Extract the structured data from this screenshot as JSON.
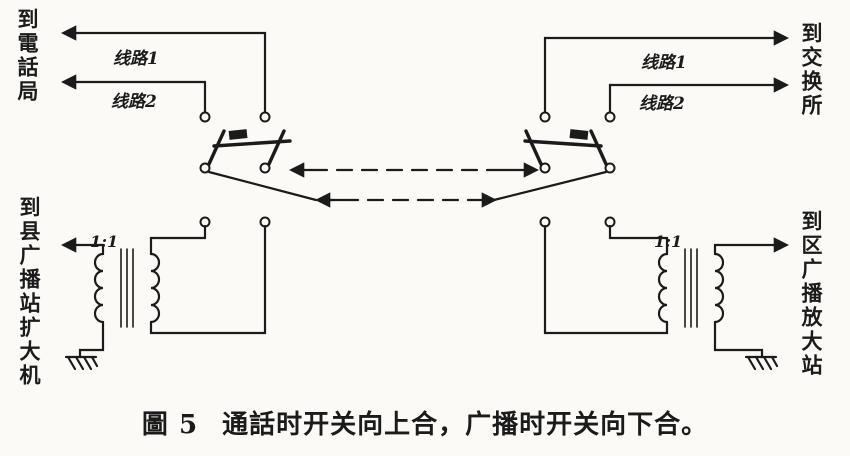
{
  "figure": {
    "number": "圖 5",
    "caption": "通話时开关向上合，广播时开关向下合。"
  },
  "terminals": {
    "top_left": "到電話局",
    "top_right": "到交换所",
    "bottom_left": "到县广播站扩大机",
    "bottom_right": "到区广播放大站"
  },
  "lines": {
    "left_line1": "线路1",
    "left_line2": "线路2",
    "right_line1": "线路1",
    "right_line2": "线路2"
  },
  "transformers": {
    "left_ratio": "1:1",
    "right_ratio": "1:1"
  },
  "colors": {
    "ink": "#1b1b1b",
    "paper": "#fbfaf6"
  }
}
